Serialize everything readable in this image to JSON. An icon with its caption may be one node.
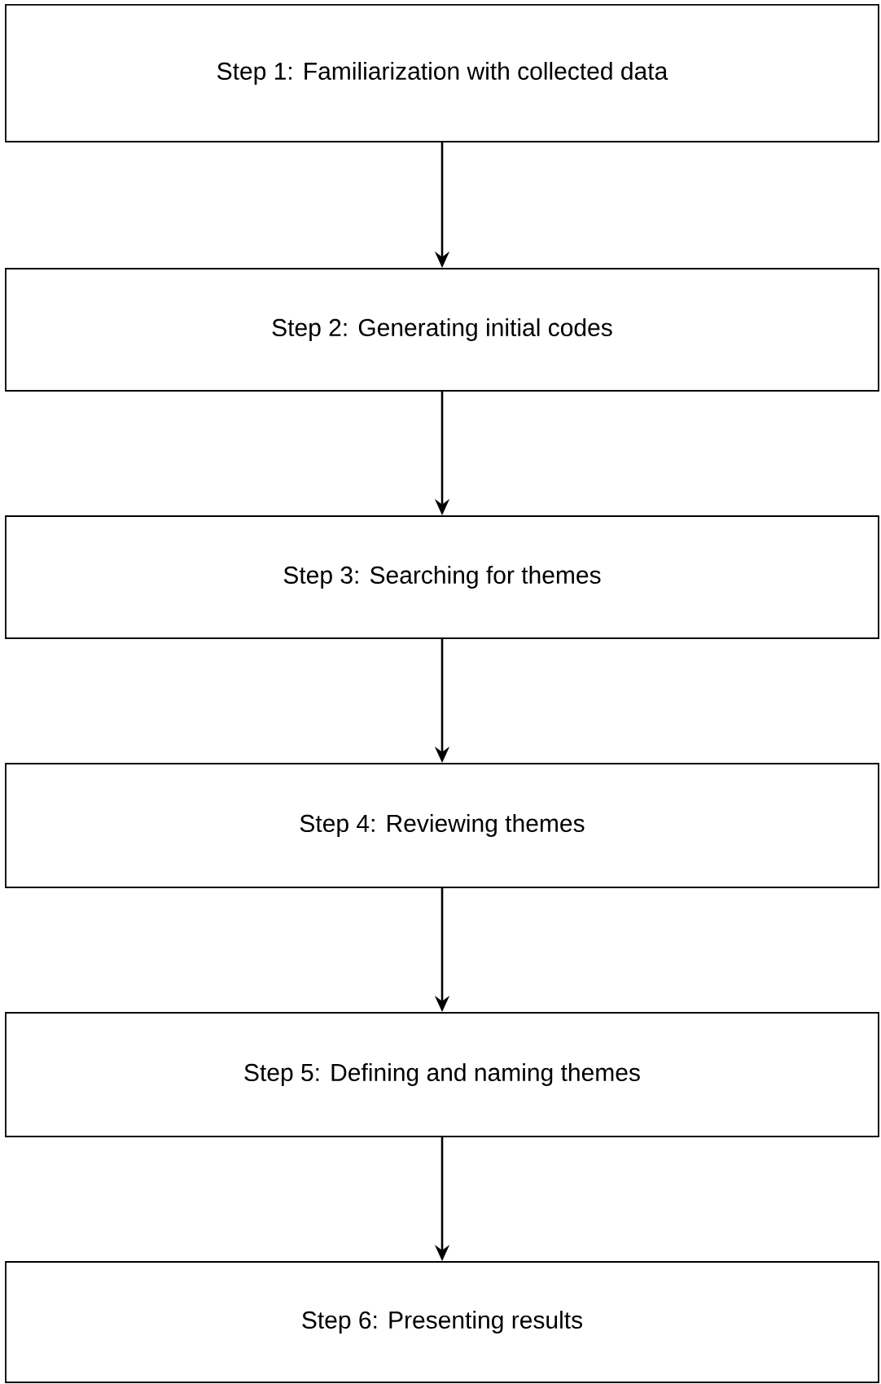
{
  "diagram": {
    "nodes": [
      {
        "text": [
          "Step 1: Familiarization with collected data"
        ]
      },
      {
        "text": [
          "Step 2: Generating initial codes"
        ]
      },
      {
        "text": [
          "Step 3: Searching for themes"
        ]
      },
      {
        "text": [
          "Step 4: Reviewing themes"
        ]
      },
      {
        "text": [
          "Step 5: Defining and naming themes"
        ]
      },
      {
        "text": [
          "Step 6: Presenting results"
        ]
      }
    ],
    "edges": [
      {
        "from": 0,
        "to": 1,
        "arrow": "to"
      },
      {
        "from": 1,
        "to": 2,
        "arrow": "to"
      },
      {
        "from": 2,
        "to": 3,
        "arrow": "to"
      },
      {
        "from": 3,
        "to": 4,
        "arrow": "to"
      },
      {
        "from": 4,
        "to": 5,
        "arrow": "to"
      }
    ]
  }
}
